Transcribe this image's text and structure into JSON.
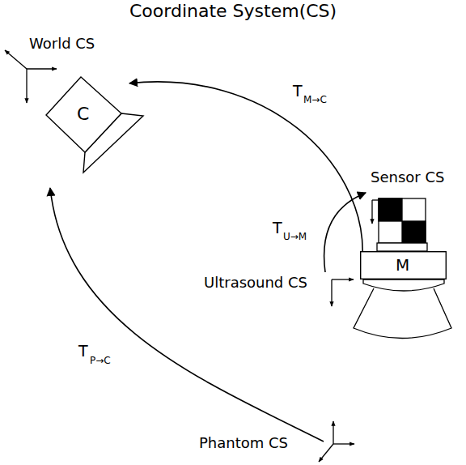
{
  "diagram": {
    "title": "Coordinate System(CS)",
    "nodes": [
      {
        "text": [
          "C"
        ]
      },
      {
        "text": [
          "M"
        ]
      }
    ],
    "edges": [
      {
        "from": 1,
        "to": 0,
        "arrow": "to"
      }
    ],
    "labels": [
      "World CS",
      "T",
      "M→C",
      "Sensor CS",
      "T",
      "U→M",
      "Ultrasound CS",
      "T",
      "P→C",
      "Phantom CS"
    ]
  }
}
